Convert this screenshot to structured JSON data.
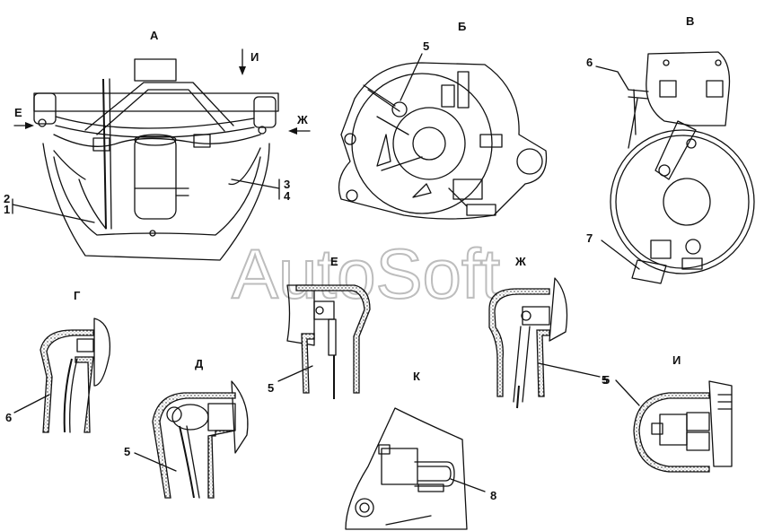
{
  "watermark": "AutoSoft",
  "views": {
    "a": "А",
    "b": "Б",
    "v": "В",
    "g": "Г",
    "d": "Д",
    "e": "Е",
    "zh": "Ж",
    "k": "К",
    "i": "И"
  },
  "view_arrows": {
    "e": "Е",
    "zh": "Ж",
    "i": "И"
  },
  "callouts": {
    "c1": "1",
    "c2": "2",
    "c3": "3",
    "c4": "4",
    "c5_b": "5",
    "c5_e": "5",
    "c5_zh": "5",
    "c5_d": "5",
    "c5_i": "5",
    "c6_v": "6",
    "c6_g": "6",
    "c7": "7",
    "c8": "8"
  }
}
